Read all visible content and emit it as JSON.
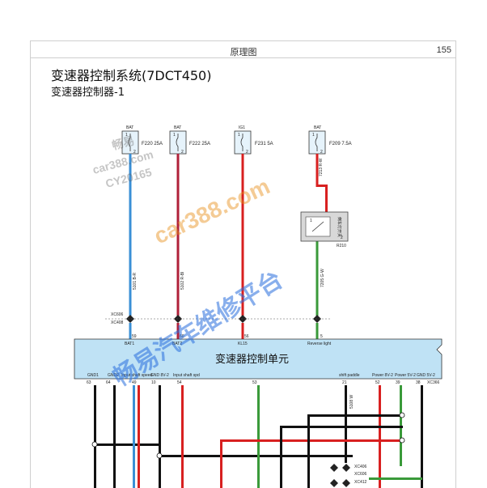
{
  "header": {
    "title": "原理图",
    "page_number": "155"
  },
  "document": {
    "title": "变速器控制系统(7DCT450)",
    "subtitle": "变速器控制器-1"
  },
  "fuses": [
    {
      "source": "BAT",
      "label": "F220 25A",
      "pin1": "1",
      "pin2": "2",
      "color": "#3a8fd6"
    },
    {
      "source": "BAT",
      "label": "F222 25A",
      "pin1": "1",
      "pin2": "2",
      "color": "#b0203a"
    },
    {
      "source": "IG1",
      "label": "F231 5A",
      "pin1": "1",
      "pin2": "2",
      "color": "#d82020"
    },
    {
      "source": "BAT",
      "label": "F209 7.5A",
      "pin1": "1",
      "pin2": "2",
      "color": "#d82020"
    }
  ],
  "wire_labels": [
    "5101 B-R",
    "5102 R-Bl",
    "7213 R-W",
    "7205 G-W",
    "5108 W"
  ],
  "relay": {
    "label": "倒车灯开关",
    "id": "R210",
    "pin1": "1",
    "pin2": "2"
  },
  "connectors": {
    "top_a": "XC606",
    "top_b": "XC408",
    "right": "XC366",
    "bottom": [
      "XC406",
      "XC606",
      "XC412"
    ]
  },
  "control_unit": {
    "title": "变速器控制单元",
    "top_pins": [
      {
        "num": "59",
        "name": "BAT1"
      },
      {
        "num": "60",
        "name": "BAT2"
      },
      {
        "num": "56",
        "name": "KL15"
      },
      {
        "num": "5",
        "name": "Reverse light"
      }
    ],
    "bottom_pins": [
      {
        "num": "63",
        "name": "GND1"
      },
      {
        "num": "64",
        "name": "GND2"
      },
      {
        "num": "49",
        "name": "Input shaft speed"
      },
      {
        "num": "10",
        "name": "GND 8V-2"
      },
      {
        "num": "54",
        "name": "Input shaft spd"
      },
      {
        "num": "53",
        "name": ""
      },
      {
        "num": "21",
        "name": "shift paddle"
      },
      {
        "num": "52",
        "name": "Power 8V-2"
      },
      {
        "num": "39",
        "name": "Power 5V-2"
      },
      {
        "num": "38",
        "name": "GND 5V-2"
      }
    ]
  },
  "watermarks": [
    "畅易",
    "car388.com",
    "CY20165",
    "car388.com",
    "畅易汽车维修平台"
  ],
  "colors": {
    "blue": "#3a8fd6",
    "dark_red": "#b0203a",
    "red": "#d82020",
    "green": "#3a9a3a",
    "black": "#111111",
    "unit_fill": "#bfe2f5"
  }
}
